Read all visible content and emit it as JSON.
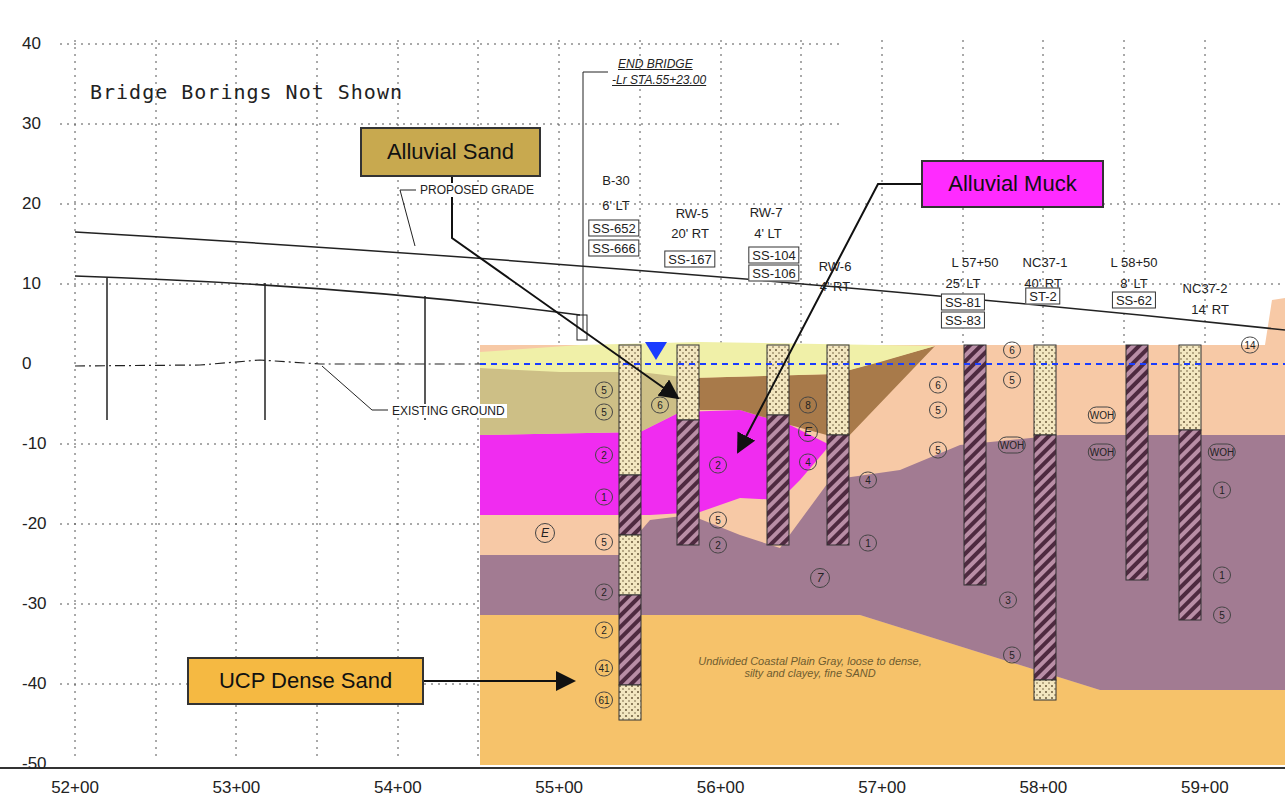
{
  "diagram": {
    "nodes": [
      {
        "text": [
          "Alluvial Sand"
        ]
      },
      {
        "text": [
          "Alluvial Muck"
        ]
      },
      {
        "text": [
          "UCP Dense Sand"
        ]
      }
    ],
    "labels": [
      "40",
      "30",
      "20",
      "10",
      "0",
      "-10",
      "-20",
      "-30",
      "-40",
      "-50",
      "52+00",
      "53+00",
      "54+00",
      "55+00",
      "56+00",
      "57+00",
      "58+00",
      "59+00",
      "Bridge Borings Not Shown",
      "END BRIDGE",
      "-Lr STA.55+23.00",
      "PROPOSED GRADE",
      "EXISTING GROUND",
      "B-30",
      "6' LT",
      "SS-652",
      "SS-666",
      "RW-5",
      "20' RT",
      "SS-167",
      "RW-7",
      "4' LT",
      "SS-104",
      "SS-106",
      "RW-6",
      "4' RT",
      "L 57+50",
      "25' LT",
      "SS-81",
      "SS-83",
      "NC37-1",
      "40' RT",
      "ST-2",
      "L 58+50",
      "8' LT",
      "SS-62",
      "NC37-2",
      "14' RT",
      "Undivided Coastal Plain Gray, loose to dense, silty and clayey, fine SAND",
      "E",
      "E",
      "7",
      "5",
      "5",
      "6",
      "2",
      "1",
      "5",
      "2",
      "2",
      "41",
      "61",
      "2",
      "5",
      "2",
      "8",
      "4",
      "4",
      "1",
      "6",
      "5",
      "5",
      "6",
      "5",
      "WOH",
      "WOH",
      "WOH",
      "WOH",
      "1",
      "1",
      "5",
      "14",
      "3",
      "5"
    ]
  }
}
